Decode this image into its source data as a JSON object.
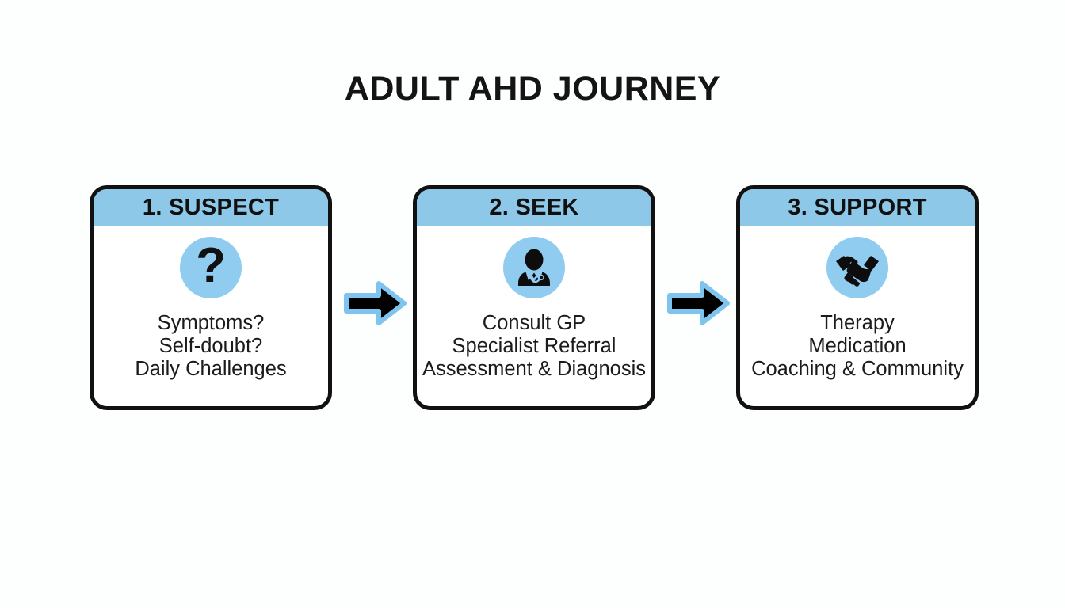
{
  "title": "ADULT AHD JOURNEY",
  "theme": {
    "background": "#fdfefe",
    "header_band": "#8ec8e8",
    "icon_circle": "#90ccf0",
    "outline": "#111111",
    "arrow_fill": "#000000",
    "arrow_stroke": "#7fc4ee",
    "text": "#1b1b1b"
  },
  "steps": [
    {
      "header": "1. SUSPECT",
      "icon": "question-mark-icon",
      "lines": [
        "Symptoms?",
        "Self-doubt?",
        "Daily Challenges"
      ]
    },
    {
      "header": "2. SEEK",
      "icon": "doctor-icon",
      "lines": [
        "Consult GP",
        "Specialist Referral",
        "Assessment & Diagnosis"
      ]
    },
    {
      "header": "3. SUPPORT",
      "icon": "handshake-icon",
      "lines": [
        "Therapy",
        "Medication",
        "Coaching & Community"
      ]
    }
  ],
  "connectors": [
    {
      "icon": "arrow-right-icon"
    },
    {
      "icon": "arrow-right-icon"
    }
  ]
}
